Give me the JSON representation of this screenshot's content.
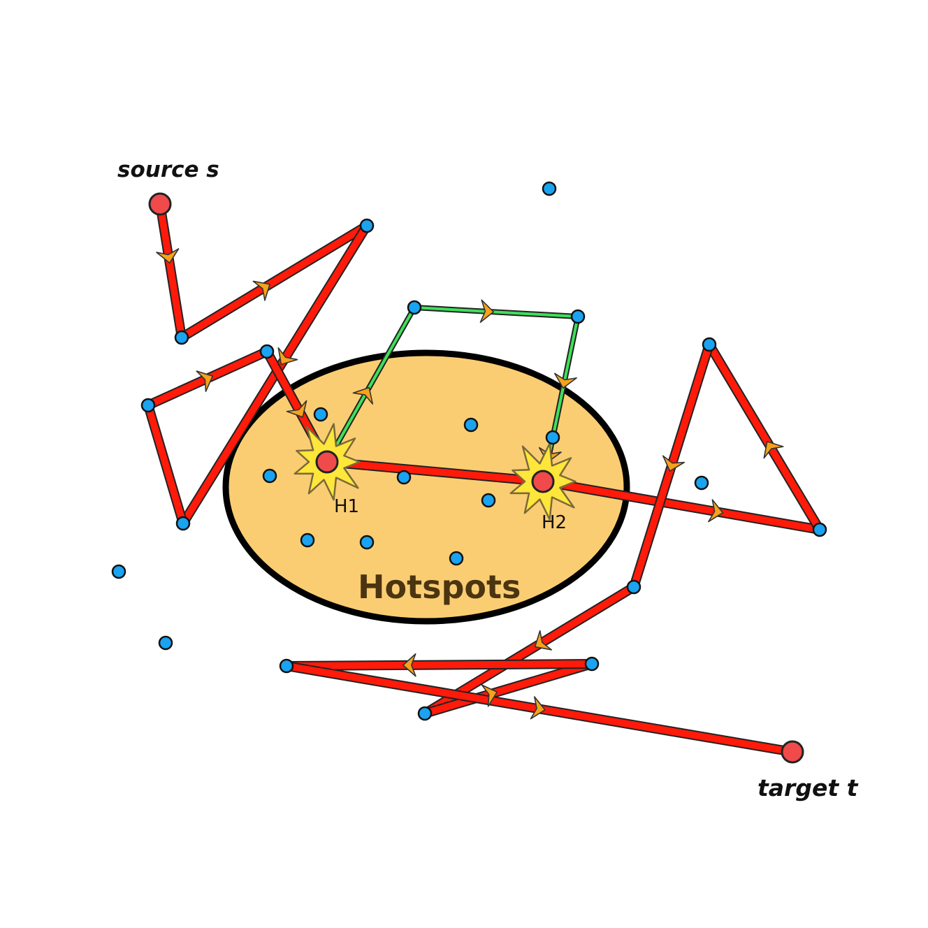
{
  "labels": {
    "source": "source s",
    "target": "target t",
    "hotspots": "Hotspots",
    "h1": "H1",
    "h2": "H2"
  },
  "colors": {
    "red_path": "#ff1a0a",
    "green_path": "#3ee05a",
    "arrow": "#f7a21b",
    "hotspot_fill": "#fbcd73",
    "node": "#1aa3f0",
    "special_node": "#f04a4a",
    "burst": "#ffe63a"
  },
  "icons": [
    "burst-icon",
    "chevron-arrow-icon"
  ]
}
